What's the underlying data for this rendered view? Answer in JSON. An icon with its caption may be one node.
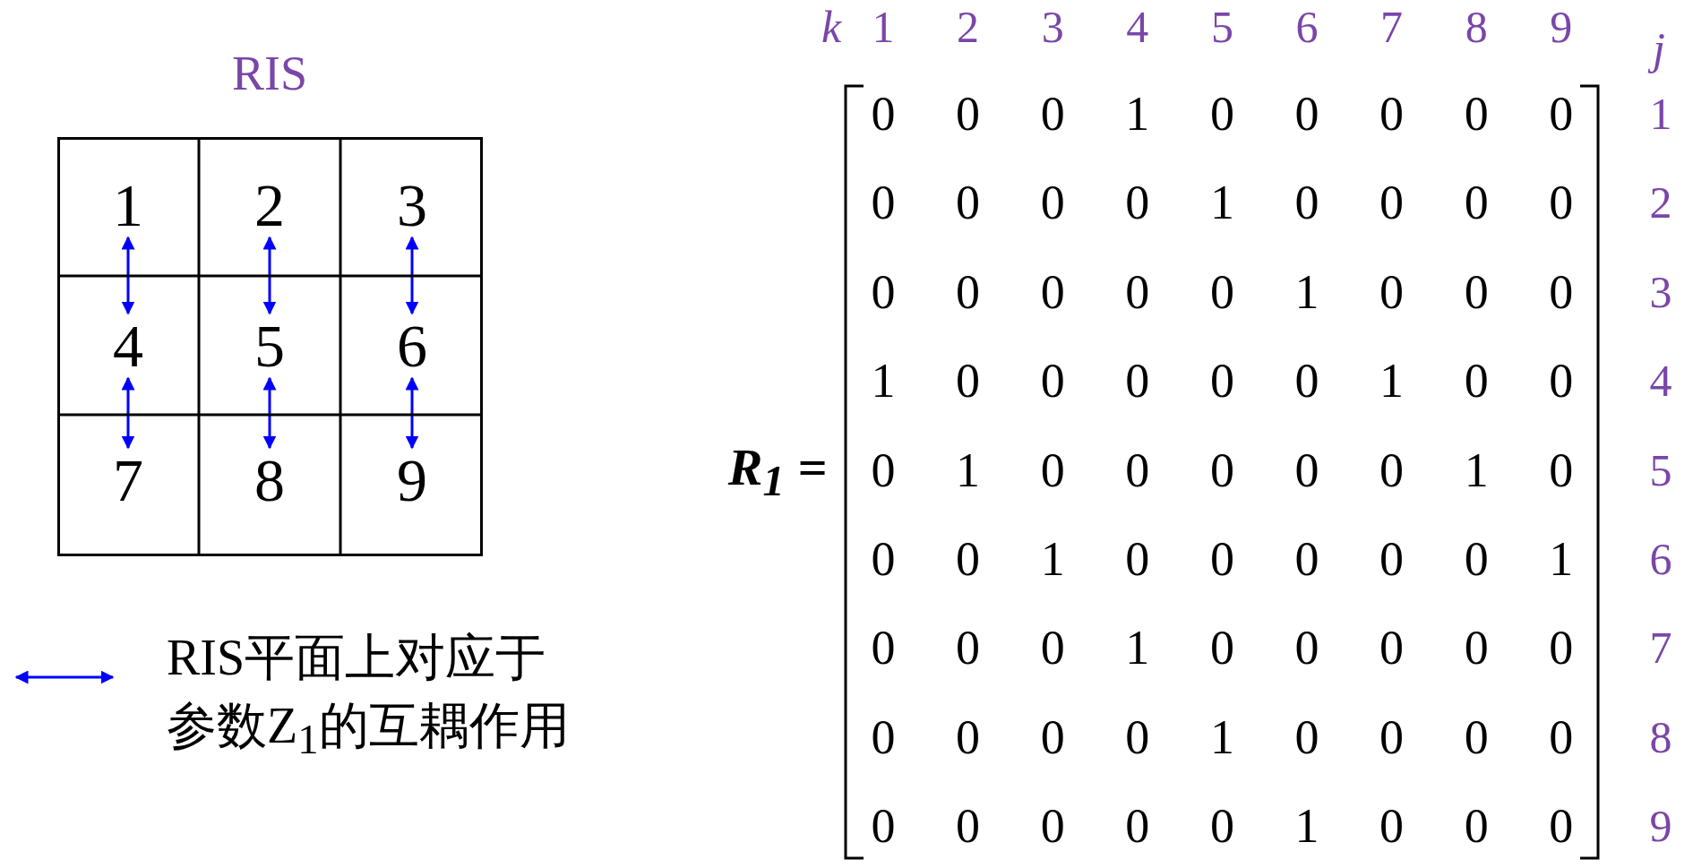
{
  "diagram": {
    "nodes": [
      {
        "text": [
          "RIS"
        ]
      },
      {
        "text": [
          "1"
        ],
        "in": 0
      },
      {
        "text": [
          "2"
        ],
        "in": 0
      },
      {
        "text": [
          "3"
        ],
        "in": 0
      },
      {
        "text": [
          "4"
        ],
        "in": 0
      },
      {
        "text": [
          "5"
        ],
        "in": 0
      },
      {
        "text": [
          "6"
        ],
        "in": 0
      },
      {
        "text": [
          "7"
        ],
        "in": 0
      },
      {
        "text": [
          "8"
        ],
        "in": 0
      },
      {
        "text": [
          "9"
        ],
        "in": 0
      }
    ],
    "edges": [
      {
        "from": 1,
        "to": 4,
        "arrow": "both"
      },
      {
        "from": 4,
        "to": 7,
        "arrow": "both"
      },
      {
        "from": 2,
        "to": 5,
        "arrow": "both"
      },
      {
        "from": 5,
        "to": 8,
        "arrow": "both"
      },
      {
        "from": 3,
        "to": 6,
        "arrow": "both"
      },
      {
        "from": 6,
        "to": 9,
        "arrow": "both"
      }
    ],
    "labels": [
      "k",
      "1",
      "2",
      "3",
      "4",
      "5",
      "6",
      "7",
      "8",
      "9",
      "j",
      "R$_{1}$ =",
      "0",
      "0",
      "0",
      "1",
      "0",
      "0",
      "0",
      "0",
      "0",
      "1",
      "0",
      "0",
      "0",
      "0",
      "1",
      "0",
      "0",
      "0",
      "0",
      "2",
      "0",
      "0",
      "0",
      "0",
      "0",
      "1",
      "0",
      "0",
      "0",
      "3",
      "1",
      "0",
      "0",
      "0",
      "0",
      "0",
      "1",
      "0",
      "0",
      "4",
      "0",
      "1",
      "0",
      "0",
      "0",
      "0",
      "0",
      "1",
      "0",
      "5",
      "0",
      "0",
      "1",
      "0",
      "0",
      "0",
      "0",
      "0",
      "1",
      "6",
      "0",
      "0",
      "0",
      "1",
      "0",
      "0",
      "0",
      "0",
      "0",
      "7",
      "0",
      "0",
      "0",
      "0",
      "1",
      "0",
      "0",
      "0",
      "0",
      "8",
      "0",
      "0",
      "0",
      "0",
      "0",
      "1",
      "0",
      "0",
      "0",
      "9"
    ],
    "legend": [
      {
        "text": "RIS平面上对应于参数Z$_{1}$的互耦作用"
      }
    ]
  }
}
